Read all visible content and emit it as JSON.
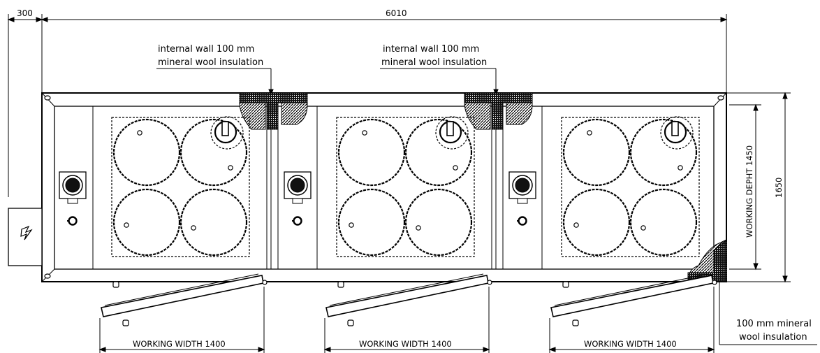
{
  "dimensions": {
    "top_left": "300",
    "top_main": "6010",
    "right_outer": "1650",
    "right_inner": "WORKING DEPHT 1450"
  },
  "notes": {
    "wall_1_line1": "internal wall 100 mm",
    "wall_1_line2": "mineral wool insulation",
    "wall_2_line1": "internal wall 100 mm",
    "wall_2_line2": "mineral wool insulation",
    "corner_line1": "100 mm mineral",
    "corner_line2": "wool insulation"
  },
  "working_widths": [
    "WORKING WIDTH 1400",
    "WORKING WIDTH 1400",
    "WORKING WIDTH 1400"
  ],
  "icons": {
    "power": "lightning-icon",
    "tap": "tap-icon",
    "drain": "drain-icon"
  },
  "colors": {
    "line": "#000000",
    "insulation": "#222222"
  }
}
